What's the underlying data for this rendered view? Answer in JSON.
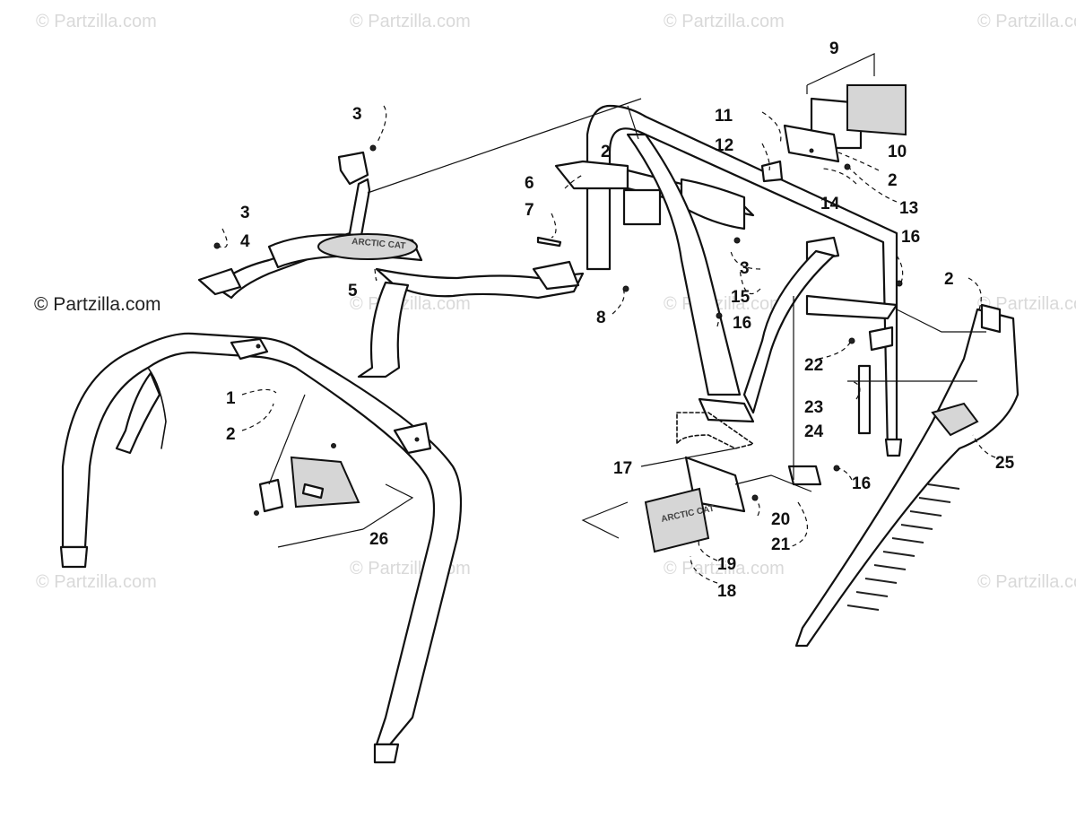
{
  "watermark": {
    "text": "© Partzilla.com",
    "prominent_text": "© Partzilla.com"
  },
  "badge_text": "ARCTIC CAT",
  "callouts": [
    "1",
    "2",
    "2",
    "2",
    "2",
    "3",
    "3",
    "3",
    "4",
    "5",
    "6",
    "7",
    "8",
    "9",
    "10",
    "11",
    "12",
    "13",
    "14",
    "15",
    "16",
    "16",
    "16",
    "17",
    "18",
    "19",
    "20",
    "21",
    "22",
    "23",
    "24",
    "25",
    "26"
  ]
}
